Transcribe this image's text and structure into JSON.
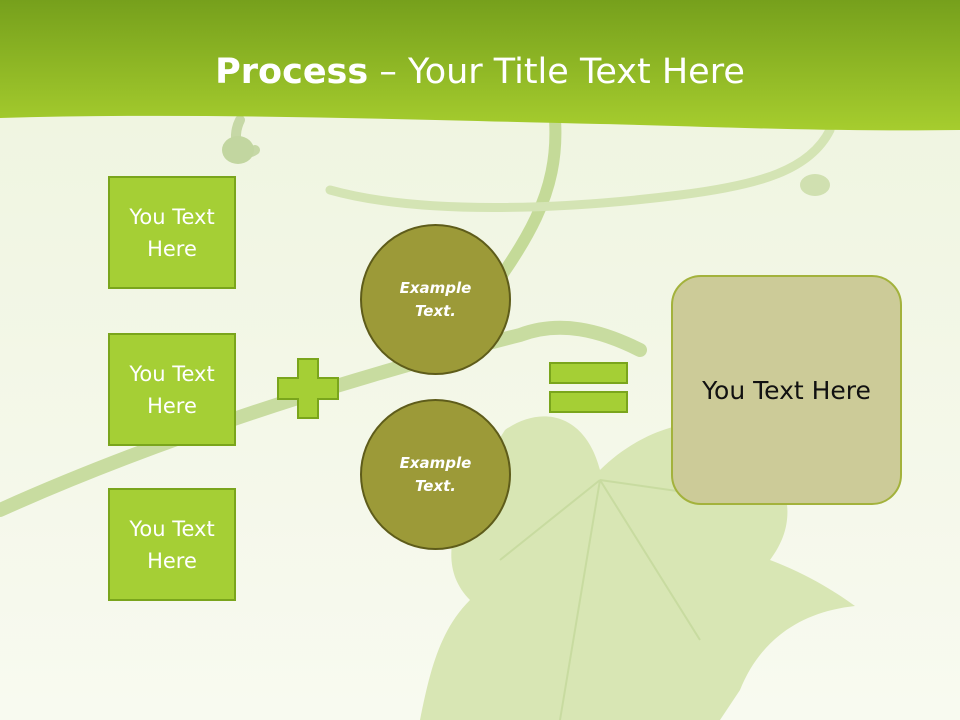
{
  "title": {
    "bold": "Process",
    "rest": " – Your Title Text Here"
  },
  "inputs": [
    {
      "label": "You Text Here"
    },
    {
      "label": "You Text Here"
    },
    {
      "label": "You Text Here"
    }
  ],
  "circles": [
    {
      "label": "Example Text."
    },
    {
      "label": "Example Text."
    }
  ],
  "result": {
    "label": "You Text Here"
  },
  "colors": {
    "header_green": "#8db92a",
    "box_fill": "#a5cf35",
    "circle_fill": "#9c9a38",
    "result_fill": "#cccb98"
  }
}
